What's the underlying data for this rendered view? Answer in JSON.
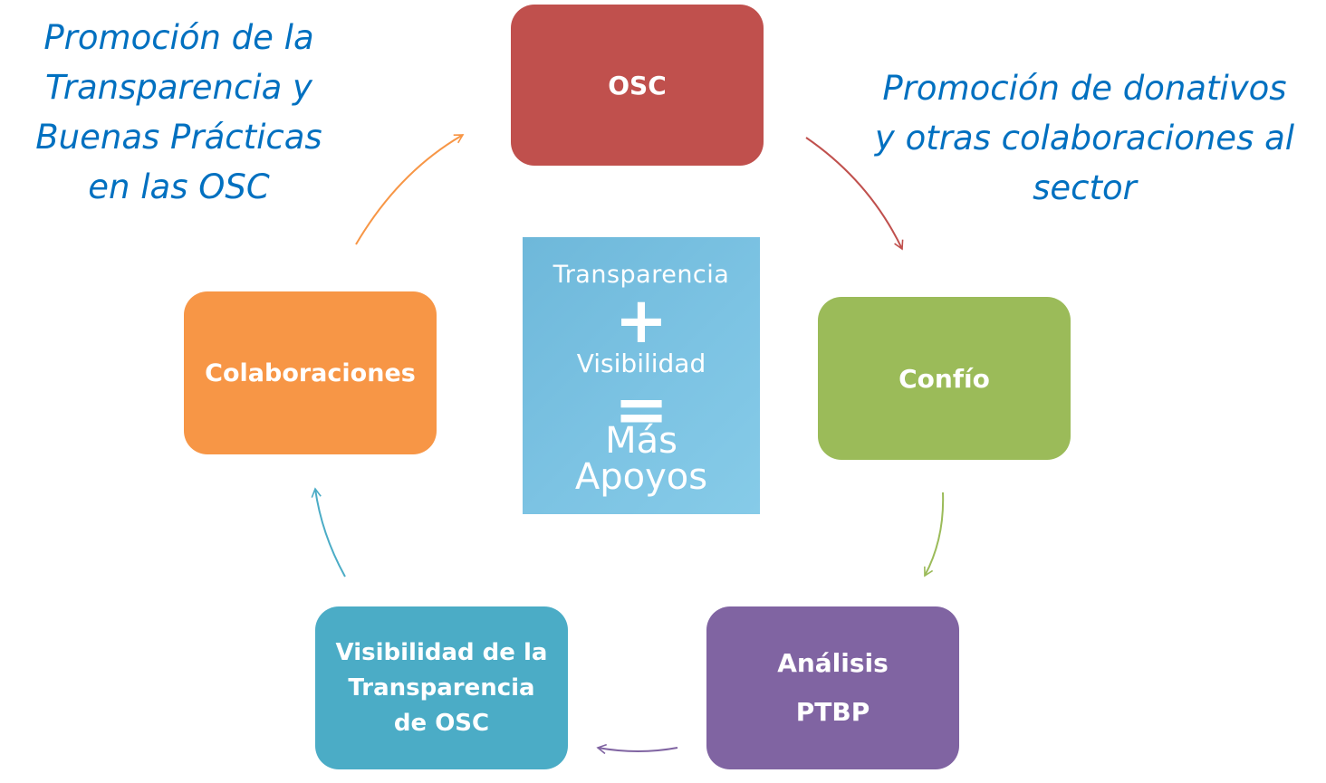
{
  "nodes": {
    "osc": {
      "label": "OSC",
      "color": "#c0504d"
    },
    "confio": {
      "label": "Confío",
      "color": "#9bbb59"
    },
    "analisis": {
      "line1": "Análisis",
      "line2": "PTBP",
      "color": "#8064a2"
    },
    "visibilidad": {
      "line1": "Visibilidad de la",
      "line2": "Transparencia",
      "line3": "de OSC",
      "color": "#4bacc6"
    },
    "colaboraciones": {
      "label": "Colaboraciones",
      "color": "#f79646"
    }
  },
  "annotations": {
    "left": {
      "line1": "Promoción de la",
      "line2": "Transparencia y",
      "line3": "Buenas Prácticas",
      "line4": "en las OSC"
    },
    "right": {
      "line1": "Promoción de donativos",
      "line2": "y otras colaboraciones al",
      "line3": "sector"
    },
    "text_color": "#0070c0"
  },
  "center_box": {
    "line1": "Transparencia",
    "plus_symbol": "+",
    "line2": "Visibilidad",
    "equals_symbol": "=",
    "line3": "Más",
    "line4": "Apoyos",
    "color": "#7cc3e3"
  },
  "edges": [
    {
      "from": "osc",
      "to": "confio",
      "color": "#c0504d"
    },
    {
      "from": "confio",
      "to": "analisis",
      "color": "#9bbb59"
    },
    {
      "from": "analisis",
      "to": "visibilidad",
      "color": "#8064a2"
    },
    {
      "from": "visibilidad",
      "to": "colaboraciones",
      "color": "#4bacc6"
    },
    {
      "from": "colaboraciones",
      "to": "osc",
      "color": "#f79646"
    }
  ]
}
